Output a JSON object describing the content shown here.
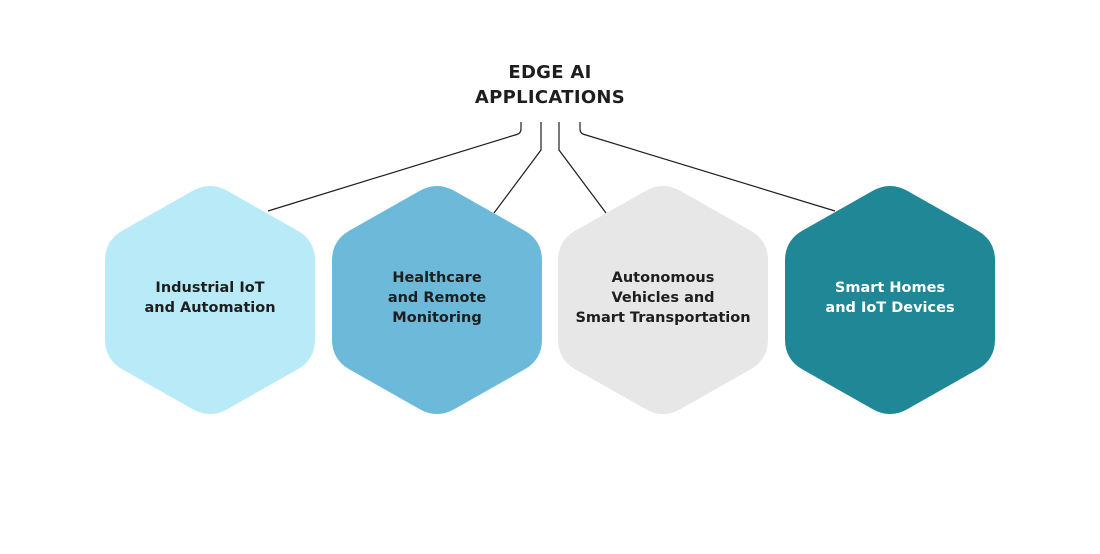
{
  "title": {
    "line1": "EDGE AI",
    "line2": "APPLICATIONS"
  },
  "nodes": [
    {
      "id": "industrial",
      "lines": [
        "Industrial IoT",
        "and Automation"
      ],
      "fill": "#b8ebf7",
      "text_color": "#1e1e1e"
    },
    {
      "id": "healthcare",
      "lines": [
        "Healthcare",
        "and Remote",
        "Monitoring"
      ],
      "fill": "#6cb9da",
      "text_color": "#1e1e1e"
    },
    {
      "id": "autonomous",
      "lines": [
        "Autonomous",
        "Vehicles and",
        "Smart Transportation"
      ],
      "fill": "#e7e7e7",
      "text_color": "#1e1e1e"
    },
    {
      "id": "smart-homes",
      "lines": [
        "Smart Homes",
        "and IoT Devices"
      ],
      "fill": "#1f8796",
      "text_color": "#ffffff"
    }
  ],
  "connector_color": "#1e1e1e"
}
